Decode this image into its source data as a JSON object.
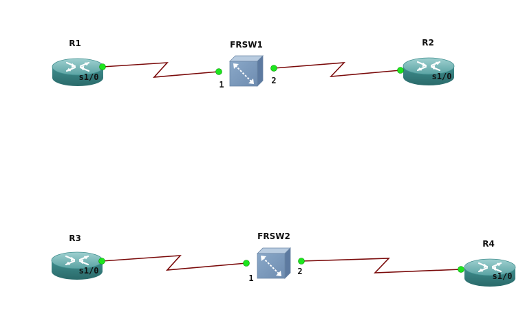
{
  "devices": {
    "R1": {
      "label": "R1",
      "port": "s1/0",
      "type": "router-icon"
    },
    "R2": {
      "label": "R2",
      "port": "s1/0",
      "type": "router-icon"
    },
    "R3": {
      "label": "R3",
      "port": "s1/0",
      "type": "router-icon"
    },
    "R4": {
      "label": "R4",
      "port": "s1/0",
      "type": "router-icon"
    },
    "FRSW1": {
      "label": "FRSW1",
      "port_a": "1",
      "port_b": "2",
      "type": "frame-relay-switch-icon"
    },
    "FRSW2": {
      "label": "FRSW2",
      "port_a": "1",
      "port_b": "2",
      "type": "frame-relay-switch-icon"
    }
  },
  "links": [
    {
      "from": "R1",
      "to": "FRSW1",
      "type": "serial"
    },
    {
      "from": "FRSW1",
      "to": "R2",
      "type": "serial"
    },
    {
      "from": "R3",
      "to": "FRSW2",
      "type": "serial"
    },
    {
      "from": "FRSW2",
      "to": "R4",
      "type": "serial"
    }
  ],
  "colors": {
    "link": "#7a0a0a",
    "port_indicator": "#1ee51e",
    "router_body": "#4a9898",
    "switch_body": "#7e9bbd"
  }
}
